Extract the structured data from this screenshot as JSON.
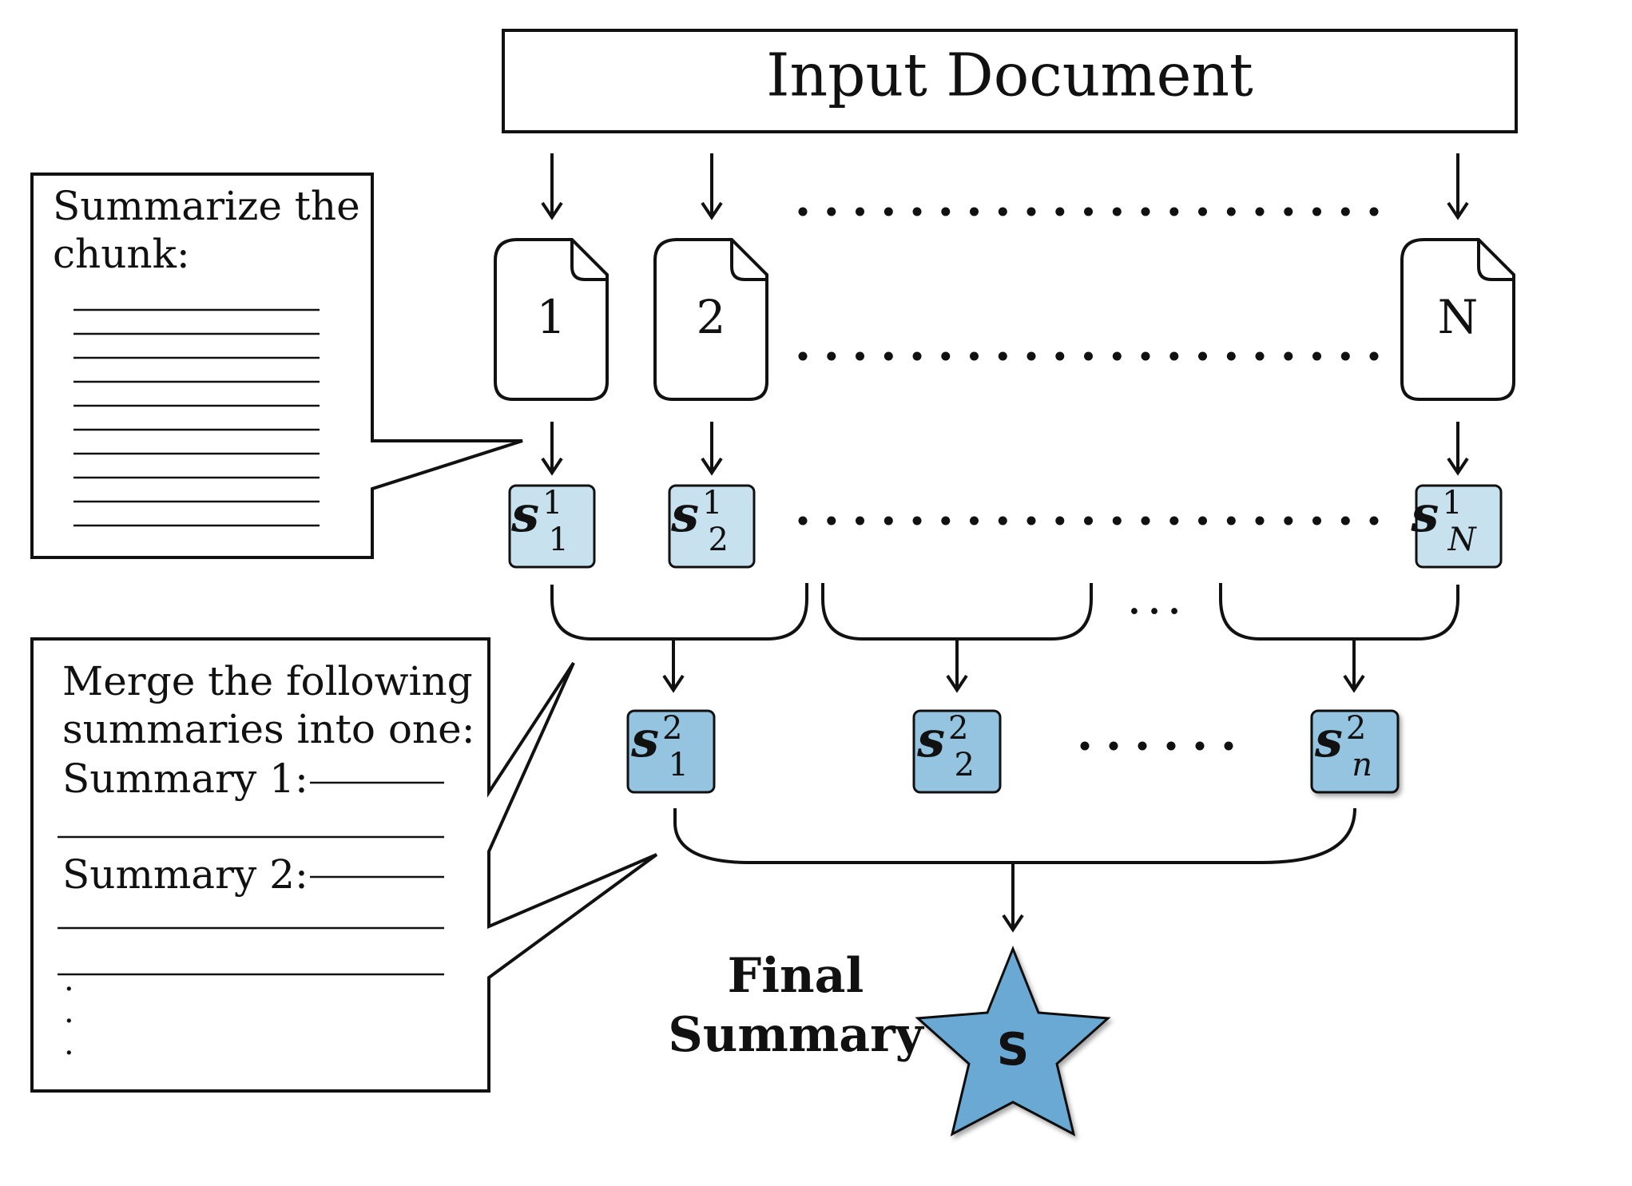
{
  "input_document": {
    "label": "Input Document"
  },
  "chunks": [
    {
      "label": "1",
      "summary_base": "s",
      "summary_sup": "1",
      "summary_sub": "1"
    },
    {
      "label": "2",
      "summary_base": "s",
      "summary_sup": "1",
      "summary_sub": "2"
    },
    {
      "label": "N",
      "summary_base": "s",
      "summary_sup": "1",
      "summary_sub": "N"
    }
  ],
  "level2": [
    {
      "base": "s",
      "sup": "2",
      "sub": "1"
    },
    {
      "base": "s",
      "sup": "2",
      "sub": "2"
    },
    {
      "base": "s",
      "sup": "2",
      "sub": "n"
    }
  ],
  "group_ellipsis": "...",
  "prompt_chunk": {
    "line1": "Summarize the",
    "line2": "chunk:"
  },
  "prompt_merge": {
    "line1": "Merge the following",
    "line2": "summaries into one:",
    "summary1": "Summary 1:",
    "summary2": "Summary 2:",
    "ellipsis": [
      "·",
      "·",
      "·"
    ]
  },
  "final": {
    "label_line1": "Final",
    "label_line2": "Summary",
    "star_label": "S"
  },
  "colors": {
    "level1_fill": "#c7e1ee",
    "level2_fill": "#94c4e0",
    "star_fill": "#6aa9d4",
    "stroke": "#111111"
  }
}
